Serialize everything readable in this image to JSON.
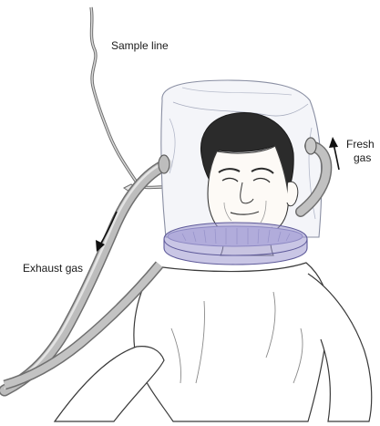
{
  "labels": {
    "sample_line": "Sample line",
    "exhaust_gas": "Exhaust gas",
    "fresh": "Fresh",
    "gas": "gas"
  },
  "colors": {
    "hood_outline": "#8a8fa3",
    "hood_fill": "#f2f3f8",
    "collar_ring": "#9c98cf",
    "collar_inner": "#c9c6e8",
    "tube_fill": "#b9b9b9",
    "tube_edge": "#6f6f6f",
    "hair": "#2b2b2b",
    "skin": "#fdfaf6",
    "line": "#3a3a3a"
  }
}
